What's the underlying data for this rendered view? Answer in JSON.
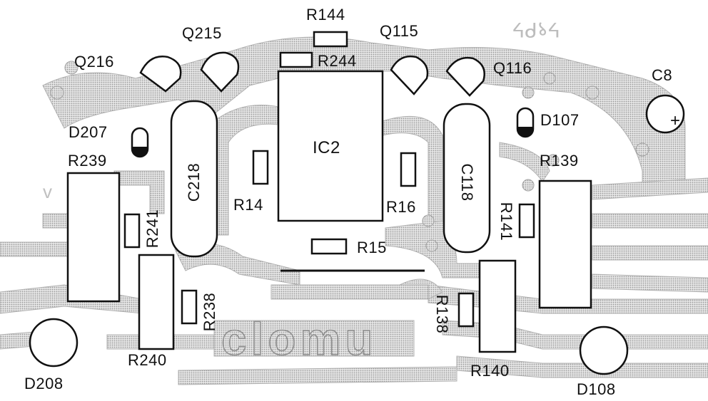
{
  "colors": {
    "ink": "#111111",
    "trace": "#c8c8c8",
    "trace_edge": "#a9a9a9",
    "paper": "#ffffff"
  },
  "labels": {
    "r144": "R144",
    "q215": "Q215",
    "q115": "Q115",
    "q216": "Q216",
    "r244": "R244",
    "q116": "Q116",
    "c8": "C8",
    "d207": "D207",
    "d107": "D107",
    "ic2": "IC2",
    "r239": "R239",
    "r139": "R139",
    "c218": "C218",
    "c118": "C118",
    "r14": "R14",
    "r16": "R16",
    "r241": "R241",
    "r141": "R141",
    "r15": "R15",
    "r238": "R238",
    "r138": "R138",
    "r240": "R240",
    "r140": "R140",
    "d208": "D208",
    "d108": "D108",
    "plus": "+",
    "watermark": "clomu",
    "corner_marks": "ᔭ९ᑭᔭ"
  }
}
